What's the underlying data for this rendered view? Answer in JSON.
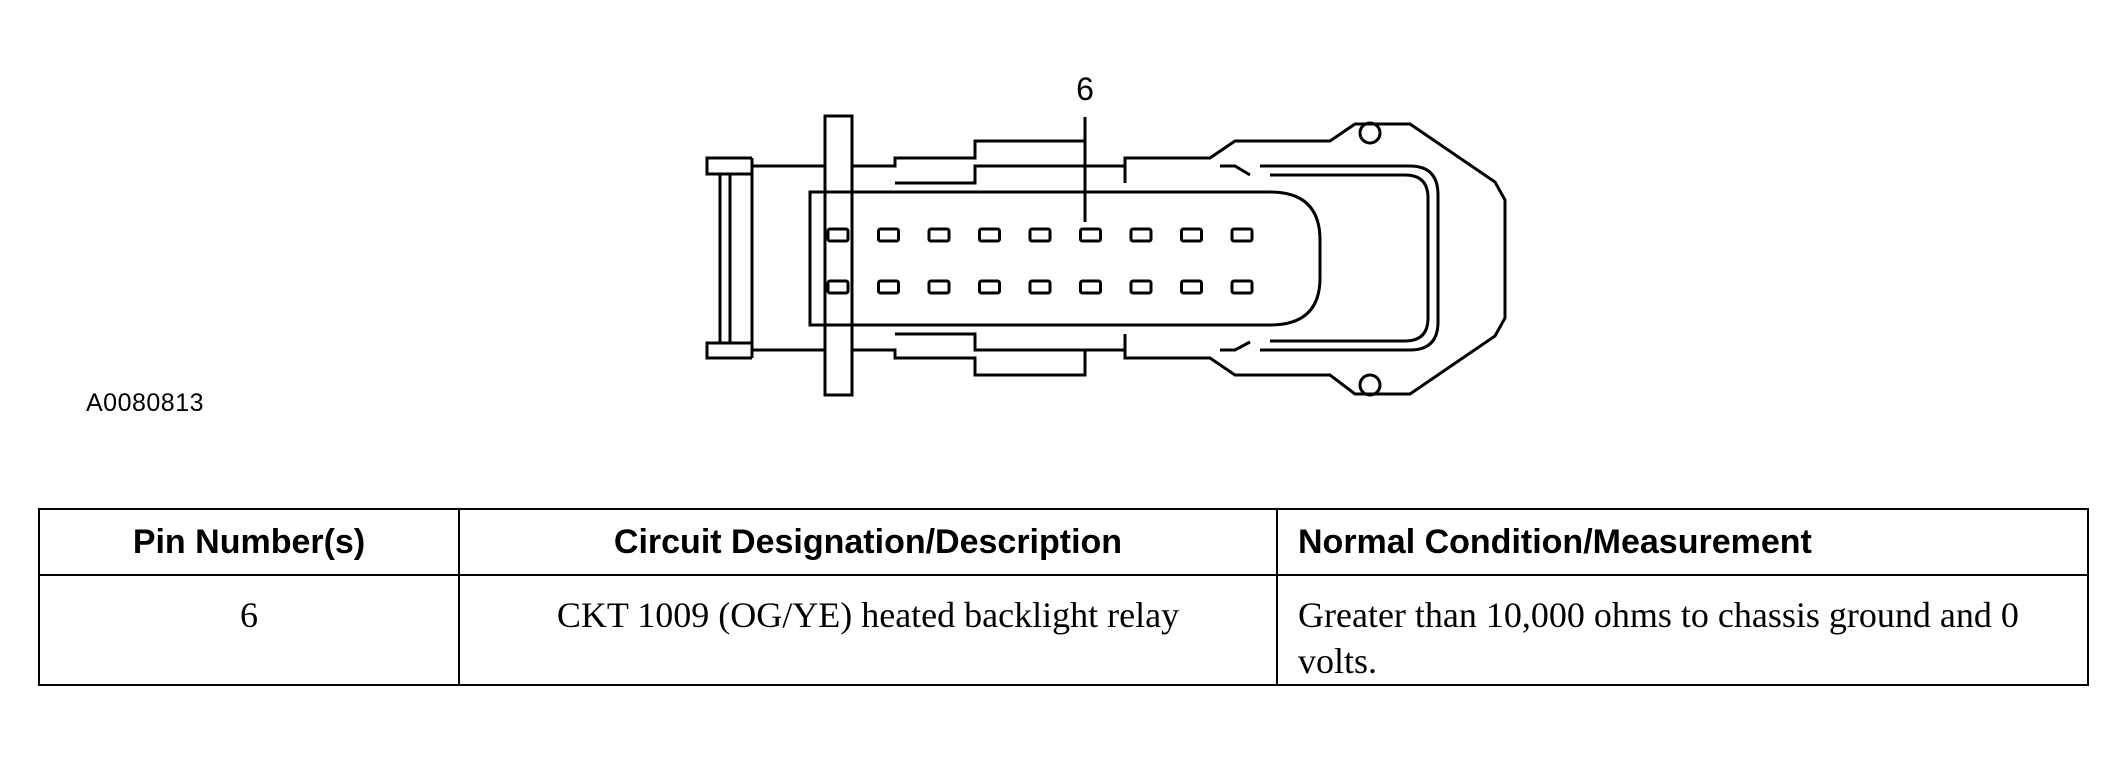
{
  "diagram": {
    "callout_label": "6",
    "figure_id": "A0080813",
    "pin_count": 18
  },
  "table": {
    "headers": [
      "Pin Number(s)",
      "Circuit Designation/Description",
      "Normal Condition/Measurement"
    ],
    "rows": [
      {
        "pin": "6",
        "description": "CKT 1009 (OG/YE) heated backlight relay",
        "condition": "Greater than 10,000 ohms to chassis ground and 0 volts."
      }
    ]
  }
}
